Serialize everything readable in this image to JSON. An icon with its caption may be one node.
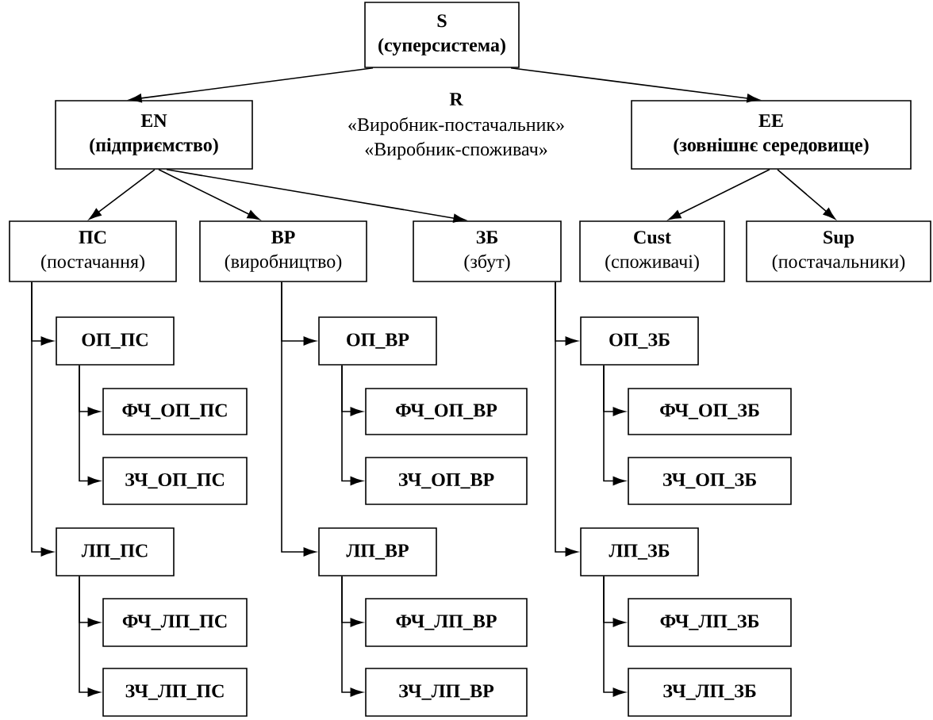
{
  "diagram": {
    "nodes": [
      {
        "text": [
          "S",
          "(суперсистема)"
        ]
      },
      {
        "text": [
          "EN",
          "(підприємство)"
        ]
      },
      {
        "text": [
          "EE",
          "(зовнішнє середовище)"
        ]
      },
      {
        "text": [
          "ПС",
          "(постачання)"
        ]
      },
      {
        "text": [
          "ВР",
          "(виробництво)"
        ]
      },
      {
        "text": [
          "ЗБ",
          "(збут)"
        ]
      },
      {
        "text": [
          "Cust",
          "(споживачі)"
        ]
      },
      {
        "text": [
          "Sup",
          "(постачальники)"
        ]
      },
      {
        "text": [
          "ОП_ПС"
        ]
      },
      {
        "text": [
          "ФЧ_ОП_ПС"
        ]
      },
      {
        "text": [
          "ЗЧ_ОП_ПС"
        ]
      },
      {
        "text": [
          "ЛП_ПС"
        ]
      },
      {
        "text": [
          "ФЧ_ЛП_ПС"
        ]
      },
      {
        "text": [
          "ЗЧ_ЛП_ПС"
        ]
      },
      {
        "text": [
          "ОП_ВР"
        ]
      },
      {
        "text": [
          "ФЧ_ОП_ВР"
        ]
      },
      {
        "text": [
          "ЗЧ_ОП_ВР"
        ]
      },
      {
        "text": [
          "ЛП_ВР"
        ]
      },
      {
        "text": [
          "ФЧ_ЛП_ВР"
        ]
      },
      {
        "text": [
          "ЗЧ_ЛП_ВР"
        ]
      },
      {
        "text": [
          "ОП_ЗБ"
        ]
      },
      {
        "text": [
          "ФЧ_ОП_ЗБ"
        ]
      },
      {
        "text": [
          "ЗЧ_ОП_ЗБ"
        ]
      },
      {
        "text": [
          "ЛП_ЗБ"
        ]
      },
      {
        "text": [
          "ФЧ_ЛП_ЗБ"
        ]
      },
      {
        "text": [
          "ЗЧ_ЛП_ЗБ"
        ]
      }
    ],
    "edges": [
      {
        "from": 0,
        "to": 1,
        "arrow": "to"
      },
      {
        "from": 0,
        "to": 2,
        "arrow": "to"
      },
      {
        "from": 1,
        "to": 3,
        "arrow": "to"
      },
      {
        "from": 1,
        "to": 4,
        "arrow": "to"
      },
      {
        "from": 1,
        "to": 5,
        "arrow": "to"
      },
      {
        "from": 2,
        "to": 6,
        "arrow": "to"
      },
      {
        "from": 2,
        "to": 7,
        "arrow": "to"
      },
      {
        "from": 3,
        "to": 8,
        "arrow": "to"
      },
      {
        "from": 8,
        "to": 9,
        "arrow": "to"
      },
      {
        "from": 8,
        "to": 10,
        "arrow": "to"
      },
      {
        "from": 3,
        "to": 11,
        "arrow": "to"
      },
      {
        "from": 11,
        "to": 12,
        "arrow": "to"
      },
      {
        "from": 11,
        "to": 13,
        "arrow": "to"
      },
      {
        "from": 4,
        "to": 14,
        "arrow": "to"
      },
      {
        "from": 14,
        "to": 15,
        "arrow": "to"
      },
      {
        "from": 14,
        "to": 16,
        "arrow": "to"
      },
      {
        "from": 4,
        "to": 17,
        "arrow": "to"
      },
      {
        "from": 17,
        "to": 18,
        "arrow": "to"
      },
      {
        "from": 17,
        "to": 19,
        "arrow": "to"
      },
      {
        "from": 5,
        "to": 20,
        "arrow": "to"
      },
      {
        "from": 20,
        "to": 21,
        "arrow": "to"
      },
      {
        "from": 20,
        "to": 22,
        "arrow": "to"
      },
      {
        "from": 5,
        "to": 23,
        "arrow": "to"
      },
      {
        "from": 23,
        "to": 24,
        "arrow": "to"
      },
      {
        "from": 23,
        "to": 25,
        "arrow": "to"
      }
    ],
    "labels": [
      "R",
      "«Виробник-постачальник»",
      "«Виробник-споживач»"
    ]
  }
}
